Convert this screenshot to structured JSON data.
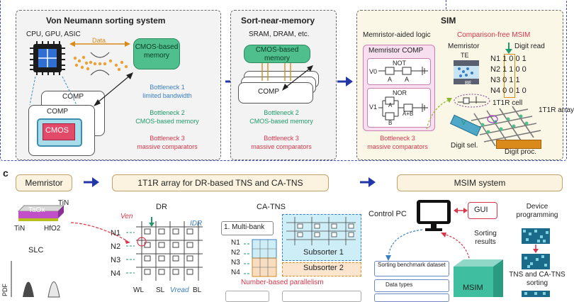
{
  "panel_b": {
    "von_neumann": {
      "title": "Von Neumann sorting system",
      "chips": "CPU, GPU, ASIC",
      "data_label": "Data",
      "memory": "CMOS-based memory",
      "comp_back": "COMP",
      "comp_front": "COMP",
      "cmos": "CMOS",
      "bottleneck1_title": "Bottleneck 1",
      "bottleneck1_text": "limited bandwidth",
      "bottleneck2_title": "Bottleneck 2",
      "bottleneck2_text": "CMOS-based memory",
      "bottleneck3_title": "Bottleneck 3",
      "bottleneck3_text": "massive comparators"
    },
    "sort_near_memory": {
      "title": "Sort-near-memory",
      "subtitle": "SRAM, DRAM, etc.",
      "memory": "CMOS-based memory",
      "comp": "COMP",
      "bottleneck2_title": "Bottleneck 2",
      "bottleneck2_text": "CMOS-based memory",
      "bottleneck3_title": "Bottleneck 3",
      "bottleneck3_text": "massive comparators"
    },
    "sim": {
      "title": "SIM",
      "logic_title": "Memristor-aided logic",
      "comp_title": "Memristor COMP",
      "not_label": "NOT",
      "nor_label": "NOR",
      "v0": "V0",
      "v1": "V1",
      "a": "A",
      "b": "B",
      "a_plus_b": "A+B",
      "bottleneck3_title": "Bottleneck 3",
      "bottleneck3_text": "massive comparators",
      "msim_title": "Comparison-free MSIM",
      "memristor": "Memristor",
      "te": "TE",
      "be": "BE",
      "digit_read": "Digit read",
      "rows": [
        {
          "name": "N1",
          "bits": "1 0 0 1"
        },
        {
          "name": "N2",
          "bits": "1 1 0 0"
        },
        {
          "name": "N3",
          "bits": "0 1 1"
        },
        {
          "name": "N4",
          "bits": "0 0 1 0"
        }
      ],
      "cell_label": "1T1R cell",
      "array_label": "1T1R array",
      "v_label": "V",
      "digit_sel": "Digit sel.",
      "digit_proc": "Digit proc."
    }
  },
  "panel_c": {
    "label": "c",
    "memristor_pill": "Memristor",
    "array_pill": "1T1R array for DR-based TNS and CA-TNS",
    "msim_pill": "MSIM system",
    "device": {
      "tin_top": "TiN",
      "taox": "TaOx",
      "tin_bottom": "TiN",
      "hfo2": "HfO2"
    },
    "slc": "SLC",
    "pdf": "PDF",
    "dr": {
      "title": "DR",
      "ven": "Ven",
      "idr": "IDR",
      "rows": [
        "N1",
        "N2",
        "N3",
        "N4"
      ],
      "wl": "WL",
      "sl": "SL",
      "vread": "Vread",
      "bl": "BL"
    },
    "catns": {
      "title": "CA-TNS",
      "multibank": "1. Multi-bank",
      "rows": [
        "N1",
        "N2",
        "N3",
        "N4"
      ],
      "subsorter1": "Subsorter 1",
      "subsorter2": "Subsorter 2",
      "parallelism": "Number-based parallelism"
    },
    "system": {
      "control_pc": "Control PC",
      "gui": "GUI",
      "sorting_results": "Sorting results",
      "benchmark": "Sorting benchmark dataset",
      "data_types": "Data types",
      "msim": "MSIM",
      "device_programming": "Device programming",
      "tns_sorting": "TNS and CA-TNS sorting"
    }
  }
}
